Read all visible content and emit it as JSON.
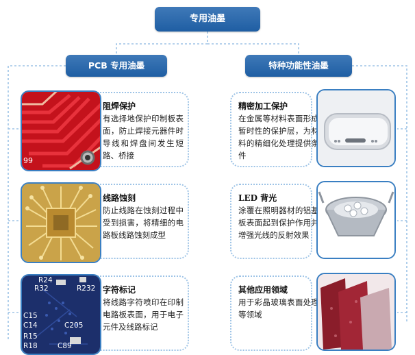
{
  "root": {
    "label": "专用油墨"
  },
  "branches": [
    {
      "label": "PCB 专用油墨",
      "items": [
        {
          "title": "阻焊保护",
          "desc": "有选择地保护印制板表面，防止焊接元器件时导线和焊盘间发生短路、桥接",
          "icon": "red-pcb-photo"
        },
        {
          "title": "线路蚀刻",
          "desc": "防止线路在蚀刻过程中受到损害，将精细的电路板线路蚀刻成型",
          "icon": "gold-circuit-photo"
        },
        {
          "title": "字符标记",
          "desc": "将线路字符喷印在印制电路板表面，用于电子元件及线路标记",
          "icon": "blue-pcb-photo",
          "photo_labels": [
            "R24",
            "R32",
            "R232",
            "C15",
            "C14",
            "R15",
            "R18",
            "C205",
            "C89"
          ]
        }
      ]
    },
    {
      "label": "特种功能性油墨",
      "items": [
        {
          "title": "精密加工保护",
          "desc": "在金属等材料表面形成暂时性的保护层，为材料的精细化处理提供条件",
          "icon": "smartphone-photo"
        },
        {
          "title": "LED 背光",
          "desc": "涂覆在照明器材的铝基板表面起到保护作用并增强光线的反射效果",
          "icon": "led-lamp-photo"
        },
        {
          "title": "其他应用领域",
          "desc": "用于彩晶玻璃表面处理等领域",
          "icon": "crystal-glass-photo"
        }
      ]
    }
  ],
  "colors": {
    "pill": "#1f5ea3",
    "photo_border": "#3a7fc2",
    "dotted": "#9dc3e6"
  }
}
